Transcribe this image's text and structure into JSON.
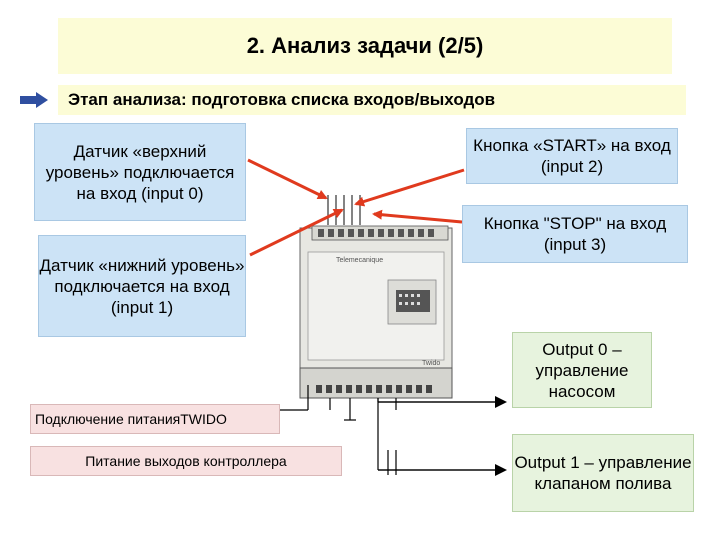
{
  "header": {
    "title": "2. Анализ задачи (2/5)"
  },
  "stage": {
    "text": "Этап анализа: подготовка списка входов/выходов"
  },
  "inputs": {
    "sensor_upper": "Датчик «верхний уровень» подключается на вход (input 0)",
    "sensor_lower": "Датчик «нижний уровень» подключается на вход (input 1)",
    "start_button": "Кнопка «START» на вход (input 2)",
    "stop_button": "Кнопка \"STOP\" на вход (input 3)"
  },
  "outputs": {
    "output0": "Output 0 – управление насосом",
    "output1": "Output 1 – управление клапаном полива"
  },
  "power": {
    "twido_power": "Подключение питанияTWIDO",
    "output_power": "Питание выходов контроллера"
  },
  "device": {
    "brand": "Telemecanique",
    "model": "Twido"
  },
  "colors": {
    "arrow_red": "#e03a1e",
    "title_bg": "#fcfcd6",
    "input_box_bg": "#cce3f6",
    "output_box_bg": "#e7f3de",
    "power_box_bg": "#f8e1e1"
  }
}
